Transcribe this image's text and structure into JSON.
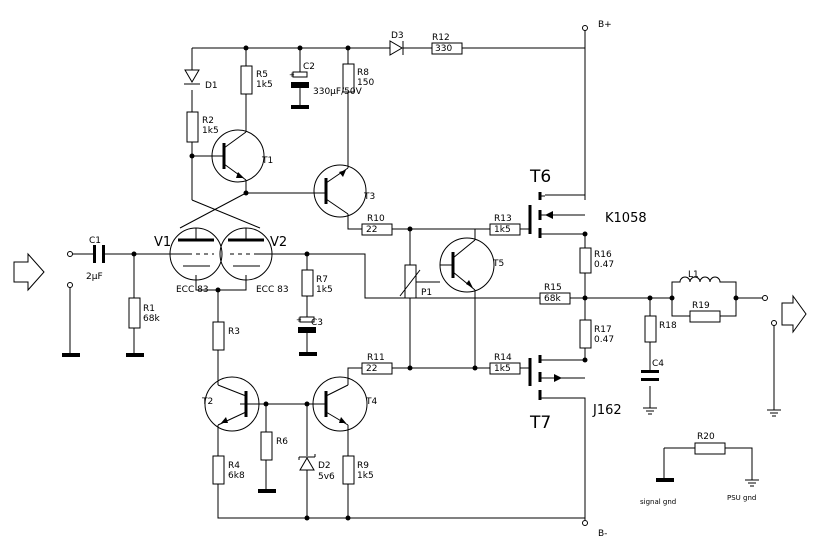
{
  "labels": {
    "b_plus": "B+",
    "b_minus": "B-",
    "t6": "T6",
    "t7": "T7",
    "k1058": "K1058",
    "j162": "J162",
    "v1": "V1",
    "v2": "V2",
    "ecc83_1": "ECC 83",
    "ecc83_2": "ECC 83",
    "c1": "C1",
    "c1_val": "2µF",
    "c2": "C2",
    "c2_val": "330µF/50V",
    "c3": "C3",
    "c4": "C4",
    "d1": "D1",
    "d2": "D2",
    "d2_val": "5v6",
    "d3": "D3",
    "r1": "R1",
    "r1_val": "68k",
    "r2": "R2",
    "r2_val": "1k5",
    "r3": "R3",
    "r4": "R4",
    "r4_val": "6k8",
    "r5": "R5",
    "r5_val": "1k5",
    "r6": "R6",
    "r7": "R7",
    "r7_val": "1k5",
    "r8": "R8",
    "r8_val": "150",
    "r9": "R9",
    "r9_val": "1k5",
    "r10": "R10",
    "r10_val": "22",
    "r11": "R11",
    "r11_val": "22",
    "r12": "R12",
    "r12_val": "330",
    "r13": "R13",
    "r13_val": "1k5",
    "r14": "R14",
    "r14_val": "1k5",
    "r15": "R15",
    "r15_val": "68k",
    "r16": "R16",
    "r16_val": "0.47",
    "r17": "R17",
    "r17_val": "0.47",
    "r18": "R18",
    "r19": "R19",
    "r20": "R20",
    "l1": "L1",
    "p1": "P1",
    "t1": "T1",
    "t2": "T2",
    "t3": "T3",
    "t4": "T4",
    "t5": "T5",
    "signal_gnd": "signal gnd",
    "psu_gnd": "PSU gnd"
  }
}
